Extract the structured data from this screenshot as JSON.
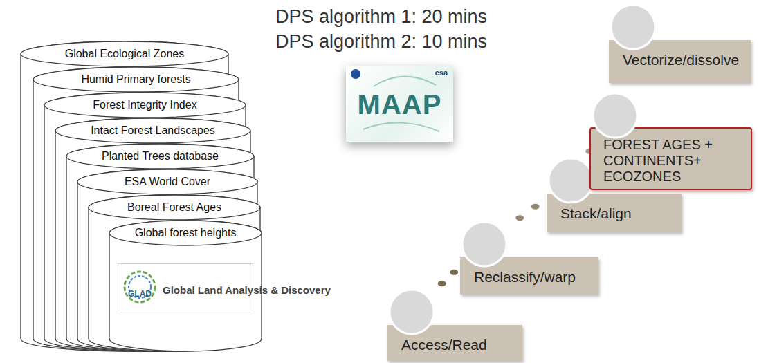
{
  "diagram": {
    "nodes": [
      {
        "text": [
          "Global Ecological Zones"
        ]
      },
      {
        "text": [
          "Humid Primary forests"
        ]
      },
      {
        "text": [
          "Forest Integrity Index"
        ]
      },
      {
        "text": [
          "Intact Forest Landscapes"
        ]
      },
      {
        "text": [
          "Planted Trees database"
        ]
      },
      {
        "text": [
          "ESA World Cover"
        ]
      },
      {
        "text": [
          "Boreal Forest Ages"
        ]
      },
      {
        "text": [
          "Global forest heights"
        ]
      },
      {
        "text": [
          "GLAD",
          "Global Land Analysis & Discovery"
        ],
        "in": 7
      },
      {
        "text": [
          "MAAP",
          "esa"
        ]
      },
      {
        "text": [
          "Access/Read"
        ]
      },
      {
        "text": [
          "Reclassify/warp"
        ]
      },
      {
        "text": [
          "Stack/align"
        ]
      },
      {
        "text": [
          "FOREST AGES + CONTINENTS+ ECOZONES"
        ]
      },
      {
        "text": [
          "Vectorize/dissolve"
        ]
      }
    ],
    "labels": [
      "DPS algorithm 1: 20 mins",
      "DPS algorithm 2: 10 mins"
    ]
  }
}
